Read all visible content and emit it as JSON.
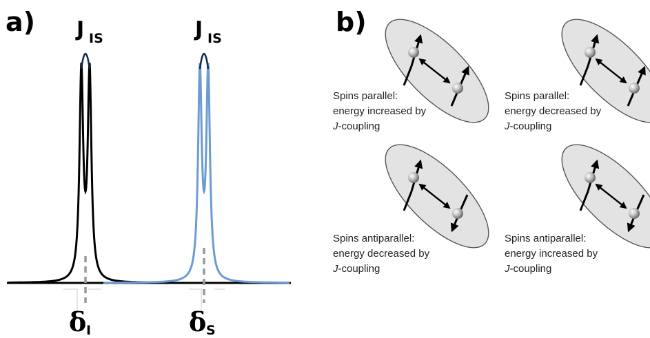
{
  "panel_a": {
    "label": "a)",
    "coupling_labels": [
      {
        "main": "J",
        "sub": "IS"
      },
      {
        "main": "J",
        "sub": "IS"
      }
    ],
    "shift_labels": [
      {
        "main": "δ",
        "sub": "I"
      },
      {
        "main": "δ",
        "sub": "S"
      }
    ],
    "colors": {
      "spectrum_I": "#000000",
      "spectrum_S": "#6b9bd2",
      "bracket": "#0d2a50",
      "shift_marker": "#999999"
    }
  },
  "panel_b": {
    "label": "b)",
    "captions": [
      {
        "line1": "Spins parallel:",
        "line2": "energy increased by",
        "line3_italic": "J",
        "line3_rest": "-coupling"
      },
      {
        "line1": "Spins parallel:",
        "line2": "energy decreased by",
        "line3_italic": "J",
        "line3_rest": "-coupling"
      },
      {
        "line1": "Spins antiparallel:",
        "line2": "energy decreased by",
        "line3_italic": "J",
        "line3_rest": "-coupling"
      },
      {
        "line1": "Spins antiparallel:",
        "line2": "energy increased by",
        "line3_italic": "J",
        "line3_rest": "-coupling"
      }
    ],
    "colors": {
      "ellipse_fill": "#e3e3e3",
      "ellipse_stroke": "#555555",
      "sphere": "#9a9a9a"
    }
  }
}
